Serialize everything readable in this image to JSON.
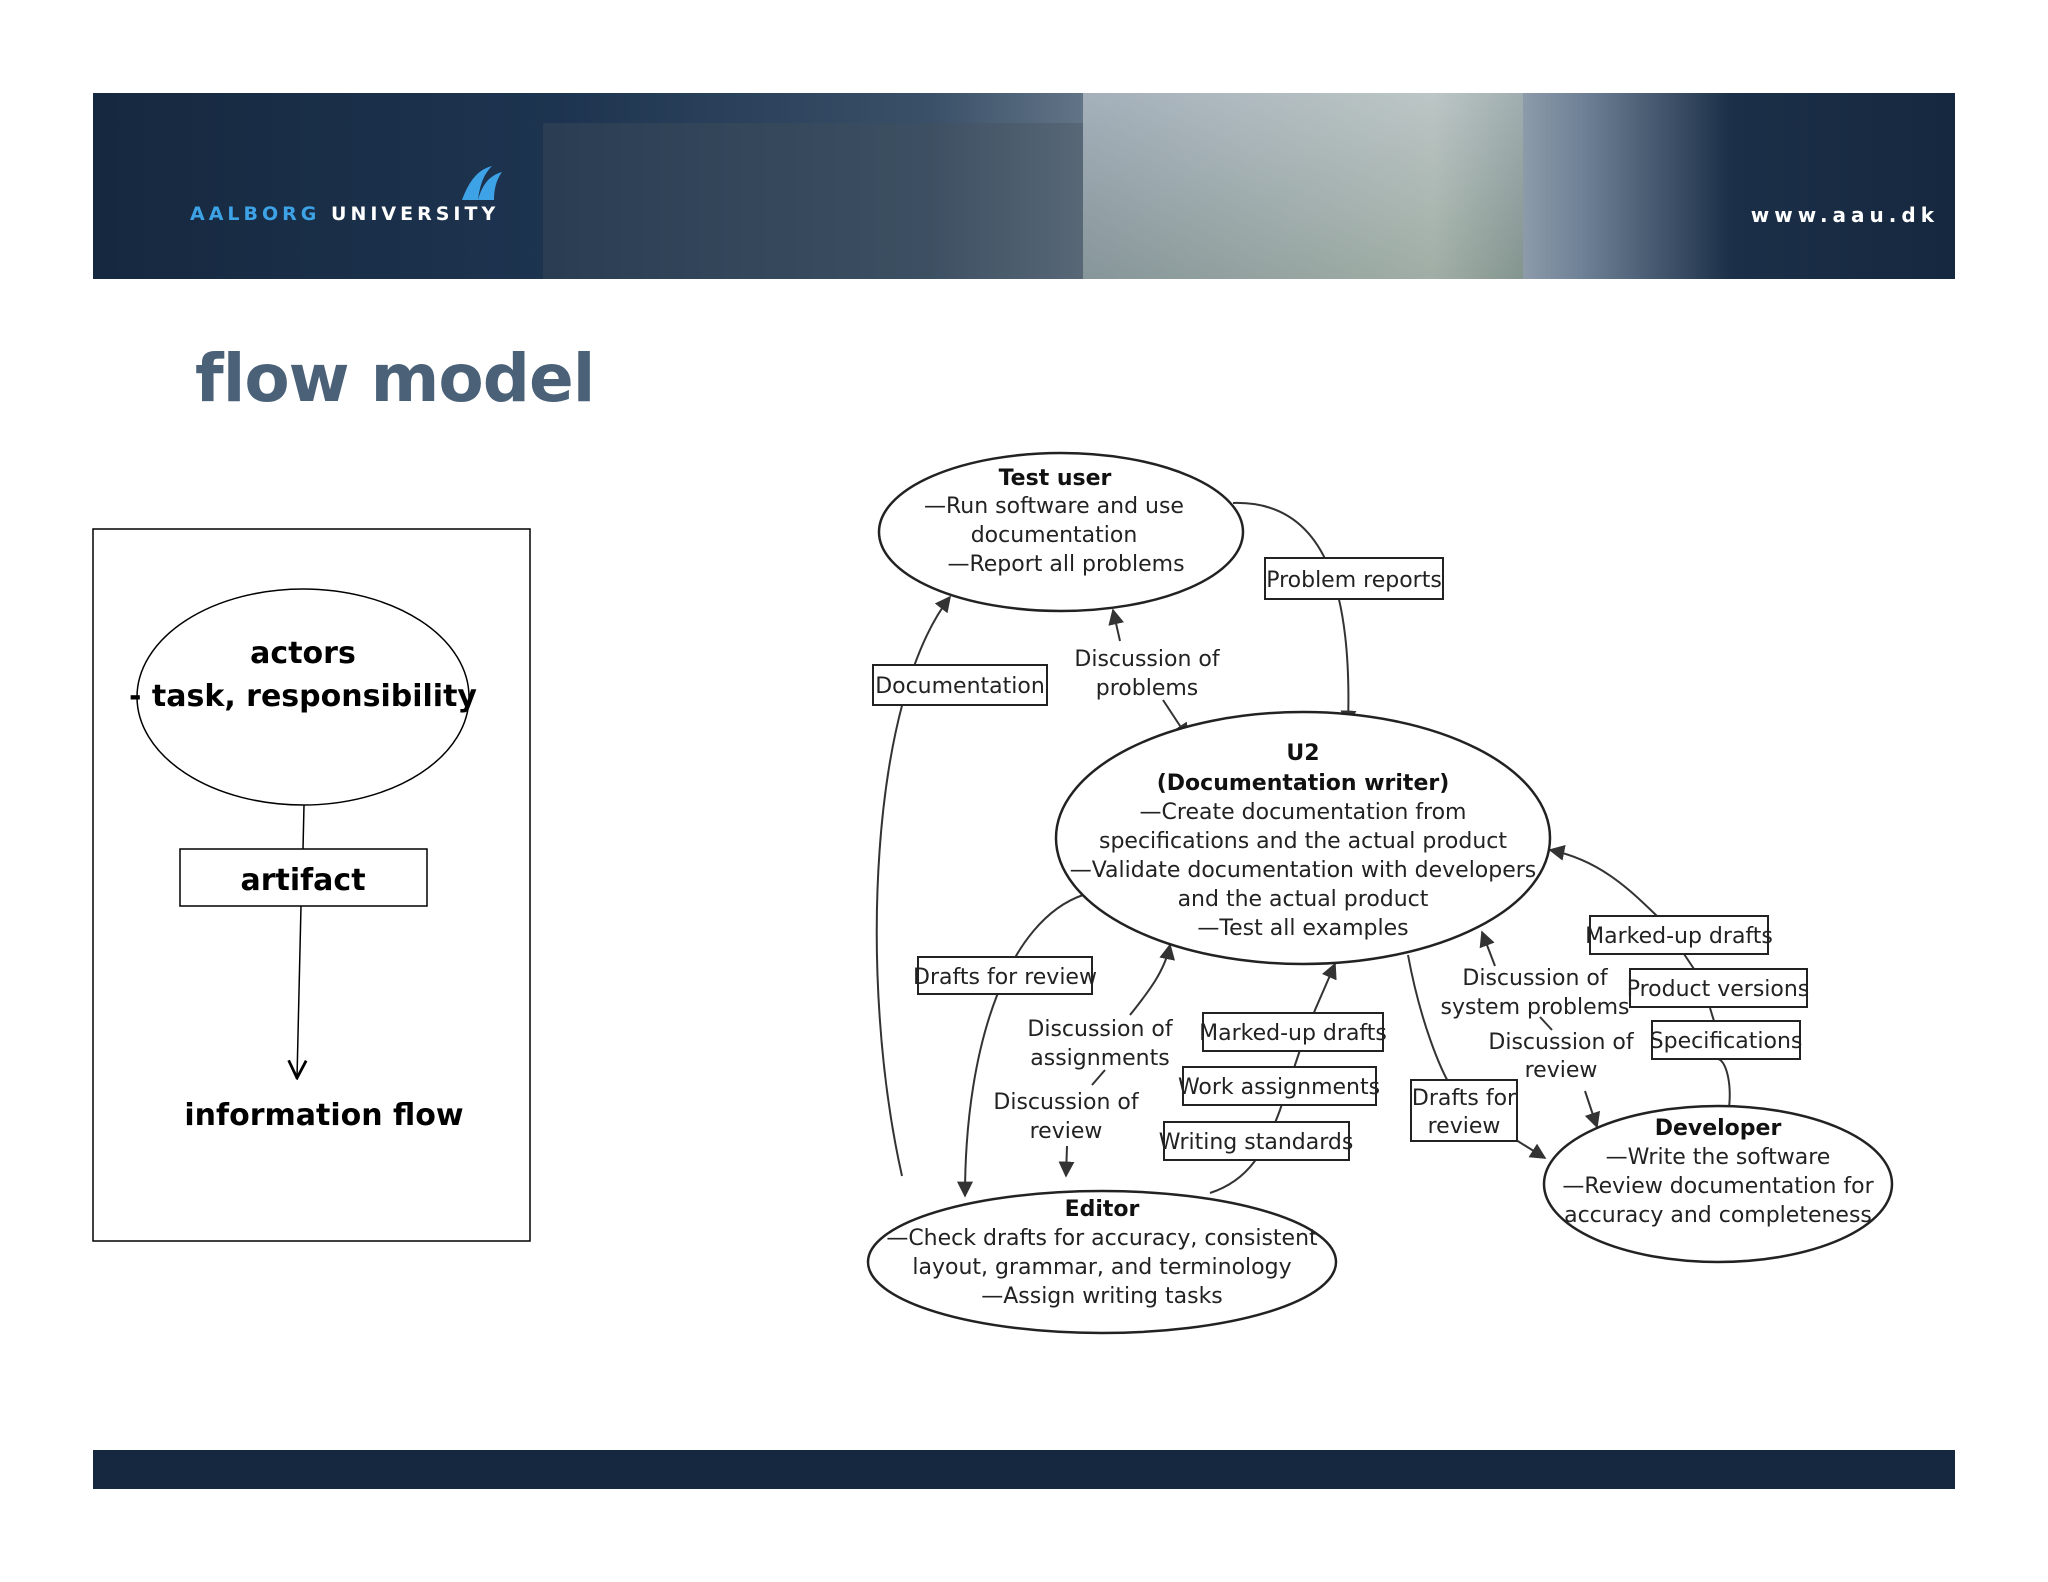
{
  "header": {
    "brand_part1": "AALBORG",
    "brand_part2": "UNIVERSITY",
    "url": "www.aau.dk"
  },
  "slide": {
    "title": "flow model"
  },
  "legend": {
    "actor_line1": "actors",
    "actor_line2": "- task, responsibility",
    "artifact": "artifact",
    "flow": "information flow"
  },
  "actors": {
    "test_user": {
      "name": "Test user",
      "lines": [
        "—Run software and use",
        "documentation",
        "—Report all problems"
      ]
    },
    "u2": {
      "name": "U2",
      "subtitle": "(Documentation writer)",
      "lines": [
        "—Create documentation from",
        "specifications and the actual product",
        "—Validate documentation with developers",
        "and the actual product",
        "—Test all examples"
      ]
    },
    "editor": {
      "name": "Editor",
      "lines": [
        "—Check drafts for accuracy, consistent",
        "layout, grammar, and terminology",
        "—Assign writing tasks"
      ]
    },
    "developer": {
      "name": "Developer",
      "lines": [
        "—Write the software",
        "—Review documentation for",
        "accuracy and completeness"
      ]
    }
  },
  "artifacts": {
    "problem_reports": "Problem reports",
    "documentation": "Documentation",
    "drafts_for_review": "Drafts for review",
    "marked_up_drafts_dev": "Marked-up drafts",
    "product_versions": "Product versions",
    "specifications": "Specifications",
    "marked_up_drafts_ed": "Marked-up drafts",
    "work_assignments": "Work assignments",
    "writing_standards": "Writing standards",
    "drafts_for_review_dev_1": "Drafts for",
    "drafts_for_review_dev_2": "review"
  },
  "flows": {
    "disc_problems_1": "Discussion of",
    "disc_problems_2": "problems",
    "disc_assign_1": "Discussion of",
    "disc_assign_2": "assignments",
    "disc_review_ed_1": "Discussion of",
    "disc_review_ed_2": "review",
    "disc_sys_1": "Discussion of",
    "disc_sys_2": "system problems",
    "disc_review_dev_1": "Discussion of",
    "disc_review_dev_2": "review"
  }
}
